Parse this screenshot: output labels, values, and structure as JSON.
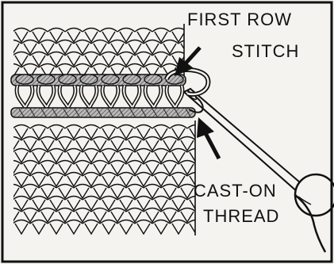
{
  "labels": {
    "first_row": "FIRST ROW",
    "stitch": "STITCH",
    "cast_on": "CAST-ON",
    "thread": "THREAD"
  },
  "colors": {
    "paper": "#f4f3ef",
    "ink": "#111111",
    "hatch_gray": "#8a8a8a"
  }
}
